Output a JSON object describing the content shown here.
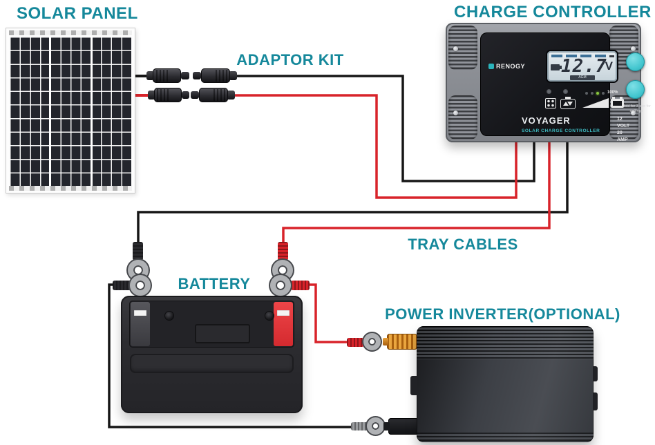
{
  "diagram": {
    "labels": {
      "solar_panel": "SOLAR PANEL",
      "charge_controller": "CHARGE CONTROLLER",
      "adaptor_kit": "ADAPTOR KIT",
      "tray_cables": "TRAY CABLES",
      "battery": "BATTERY",
      "power_inverter": "POWER INVERTER(OPTIONAL)"
    },
    "colors": {
      "label_teal": "#15889B",
      "wire_red": "#D8232A",
      "wire_black": "#161616",
      "button_teal": "#43C6CF",
      "battery_terminal_red": "#E23A3C",
      "inverter_post_gold": "#EAA63F"
    },
    "controller": {
      "brand": "RENOGY",
      "lcd_value": "12.7",
      "lcd_unit": "V",
      "lcd_mode": "AGM",
      "model": "VOYAGER",
      "subtitle": "SOLAR CHARGE CONTROLLER",
      "rating_volts": "12 VOLT",
      "rating_amps": "20 AMP",
      "button_hint": "Hold for 3 sec for settings",
      "soc_label": "100%"
    }
  }
}
